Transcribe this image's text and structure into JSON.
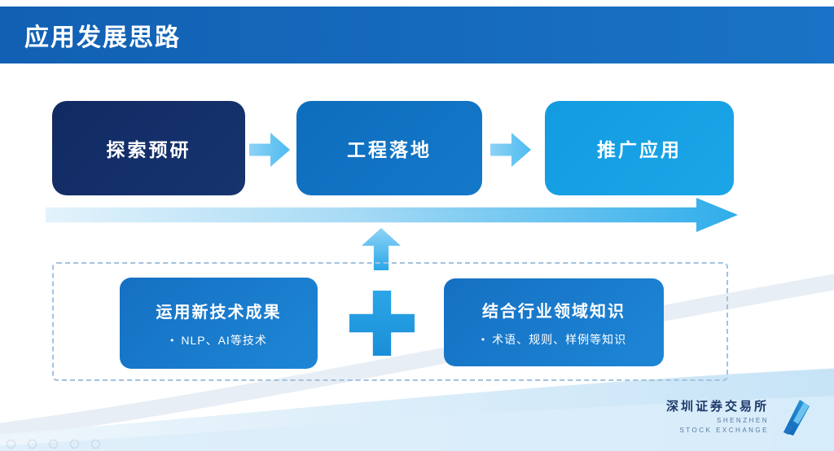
{
  "header": {
    "title": "应用发展思路"
  },
  "flow": {
    "steps": [
      {
        "label": "探索预研",
        "color": "#14306b"
      },
      {
        "label": "工程落地",
        "color": "#1173c5"
      },
      {
        "label": "推广应用",
        "color": "#17a1e6"
      }
    ]
  },
  "foundation": {
    "bullet_marker": "•",
    "items": [
      {
        "title": "运用新技术成果",
        "bullet": "NLP、AI等技术"
      },
      {
        "title": "结合行业领域知识",
        "bullet": "术语、规则、样例等知识"
      }
    ]
  },
  "icons": {
    "flow_arrow": "arrow-right-icon",
    "timeline_arrow": "long-arrow-right-icon",
    "up_arrow": "arrow-up-icon",
    "plus": "plus-icon"
  },
  "colors": {
    "header_bg": "#1568ba",
    "dark_navy": "#14306b",
    "medium_blue": "#1173c5",
    "light_blue": "#17a1e6",
    "arrow_blue": "#4cbbf0",
    "dashed_border": "#a3c2de"
  },
  "logo": {
    "cn": "深圳证券交易所",
    "en_line1": "SHENZHEN",
    "en_line2": "STOCK EXCHANGE"
  }
}
